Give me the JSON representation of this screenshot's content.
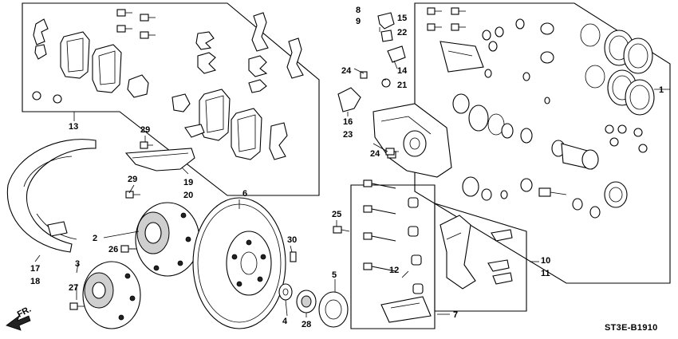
{
  "diagram": {
    "code": "ST3E-B1910",
    "direction": "FR.",
    "callouts": {
      "c1": "1",
      "c2": "2",
      "c3": "3",
      "c4": "4",
      "c5": "5",
      "c6": "6",
      "c7": "7",
      "c8": "8",
      "c9": "9",
      "c10": "10",
      "c11": "11",
      "c12": "12",
      "c13": "13",
      "c14": "14",
      "c15": "15",
      "c16": "16",
      "c17": "17",
      "c18": "18",
      "c19": "19",
      "c20": "20",
      "c21": "21",
      "c22": "22",
      "c23": "23",
      "c24a": "24",
      "c24b": "24",
      "c25": "25",
      "c26": "26",
      "c27": "27",
      "c28": "28",
      "c29a": "29",
      "c29b": "29",
      "c30": "30"
    }
  }
}
